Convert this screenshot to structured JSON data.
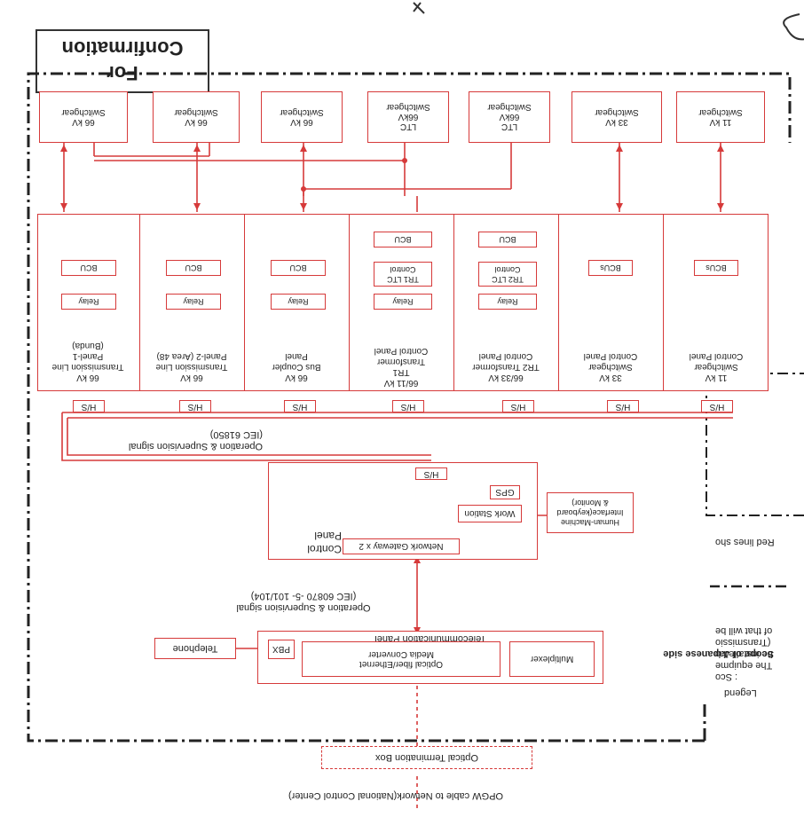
{
  "scope_label": "Scope of Japanese side",
  "stamp": {
    "line1": "For",
    "line2": "Confirmation"
  },
  "opgw_label": "OPGW cable to Network(National Control Center)",
  "optical_termination_box": "Optical Termination Box",
  "telecom_panel": {
    "title": "Telecommunication Panel",
    "multiplexer": "Multiplexer",
    "media_converter": "Optical fiber/Ethernet\nMedia Converter",
    "pbx": "PBX"
  },
  "telephone": "Telephone",
  "signal_upper": "Operation & Supervision  signal\n(IEC 60870 -5- 101/104)",
  "control_panel": {
    "title": "Control\nPanel",
    "network_gateway": "Network Gateway x 2",
    "work_station": "Work Station",
    "hmi": "Human-Machine\nInterface(keyboard\n& Monitor)",
    "gps": "GPS",
    "hs": "H/S"
  },
  "signal_lower": "Operation & Supervision  signal\n(IEC 61850)",
  "panels": [
    {
      "title": "11 kV\nSwitchgear\nControl Panel",
      "units": [
        "BCUs"
      ]
    },
    {
      "title": "33 kV\nSwitchgear\nControl Panel",
      "units": [
        "BCUs"
      ]
    },
    {
      "title": "66/33 kV\nTR2 Transformer\nControl Panel",
      "units": [
        "Relay",
        "TR2 LTC\nControl",
        "BCU"
      ]
    },
    {
      "title": "66/11 kV\nTR1\nTransformer\nControl Panel",
      "units": [
        "Relay",
        "TR1 LTC\nControl",
        "BCU"
      ]
    },
    {
      "title": "66 kV\nBus Coupler\nPanel",
      "units": [
        "Relay",
        "BCU"
      ]
    },
    {
      "title": "66 kV\nTransmission Line\nPanel-2 (Area 48)",
      "units": [
        "Relay",
        "BCU"
      ]
    },
    {
      "title": "66 kV\nTransmission Line\nPanel-1\n(Bunda)",
      "units": [
        "Relay",
        "BCU"
      ]
    }
  ],
  "switchgear": [
    "11 kV\nSwitchgear",
    "33 kV\nSwitchgear",
    "LTC\n66kV\nSwitchgear",
    "LTC\n66kV\nSwitchgear",
    "66 kV\nSwitchgear",
    "66 kV\nSwitchgear",
    "66 kV\nSwitchgear"
  ],
  "hs_label": "H/S",
  "legend": {
    "title": "Legend",
    "scope_text": ": Sco\nThe equipme\nbe installed b\n(Transmissio\nof that will be",
    "red_lines": "Red lines sho"
  },
  "colors": {
    "red": "#d63a3a",
    "black": "#222222"
  }
}
